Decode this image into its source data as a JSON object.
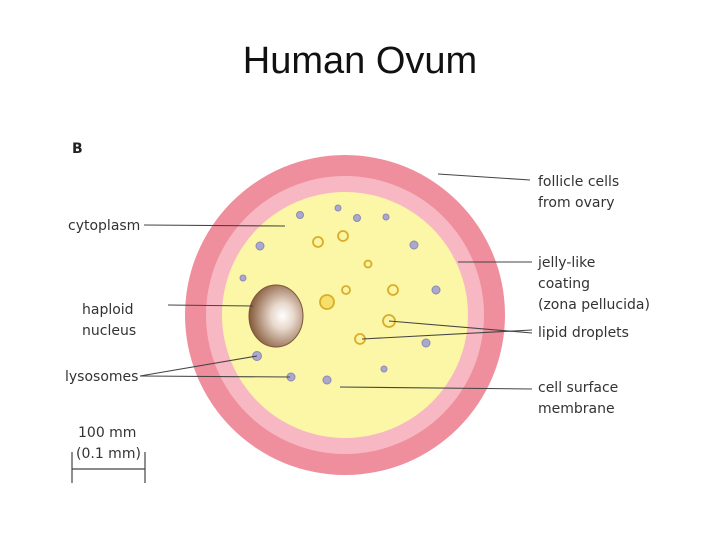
{
  "title": "Human Ovum",
  "panel_label": "B",
  "labels": {
    "follicle_cells": [
      "follicle cells",
      "from ovary"
    ],
    "cytoplasm": "cytoplasm",
    "jelly_coating": [
      "jelly-like",
      "coating",
      "(zona pellucida)"
    ],
    "haploid_nucleus": [
      "haploid",
      "nucleus"
    ],
    "lipid_droplets": "lipid droplets",
    "lysosomes": "lysosomes",
    "cell_membrane": [
      "cell surface",
      "membrane"
    ]
  },
  "scale_bar": [
    "100 mm",
    "(0.1 mm)"
  ],
  "colors": {
    "follicle_layer": "#ef8e9c",
    "zona_pellucida": "#f8b8c3",
    "cytoplasm": "#fbf7a6",
    "nucleus": "#9a6f50",
    "lysosome": "#aaa8cc",
    "lipid_droplet": "#e9c33a"
  }
}
